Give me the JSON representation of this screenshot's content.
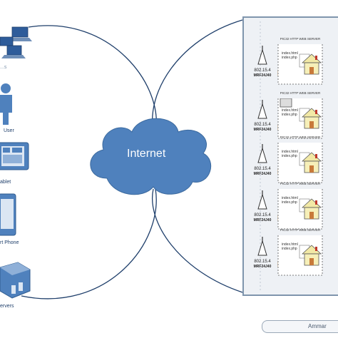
{
  "cloud": {
    "label": "Internet"
  },
  "left_devices": [
    {
      "name": "laptops",
      "label": "...s"
    },
    {
      "name": "user",
      "label": "User"
    },
    {
      "name": "tablet",
      "label": "ablet"
    },
    {
      "name": "smart-phone",
      "label": "rt Phone"
    },
    {
      "name": "servers",
      "label": "ervers"
    }
  ],
  "web_servers": [
    {
      "title": "PIC32 HTTP WEB SERVER",
      "files": [
        "index.html",
        "index.php"
      ],
      "radio": "802.15.4",
      "module": "MRF24J40"
    },
    {
      "title": "PIC32 HTTP WEB SERVER",
      "files": [
        "index.html",
        "index.php"
      ],
      "radio": "802.15.4",
      "module": "MRF24J40"
    },
    {
      "title": "PIC32 HTTP WEB SERVER",
      "files": [
        "index.html",
        "index.php"
      ],
      "radio": "802.15.4",
      "module": "MRF24J40"
    },
    {
      "title": "PIC32 HTTP WEB SERVER",
      "files": [
        "index.html",
        "index.php"
      ],
      "radio": "802.15.4",
      "module": "MRF24J40"
    },
    {
      "title": "PIC32 HTTP WEB SERVER",
      "files": [
        "index.html",
        "index.php"
      ],
      "radio": "802.15.4",
      "module": "MRF24J40"
    }
  ],
  "footer": {
    "author": "Ammar"
  },
  "colors": {
    "line": "#1f3f6b",
    "cloud": "#4f81bd",
    "device": "#4f81bd",
    "panel_border": "#7f95ad"
  }
}
